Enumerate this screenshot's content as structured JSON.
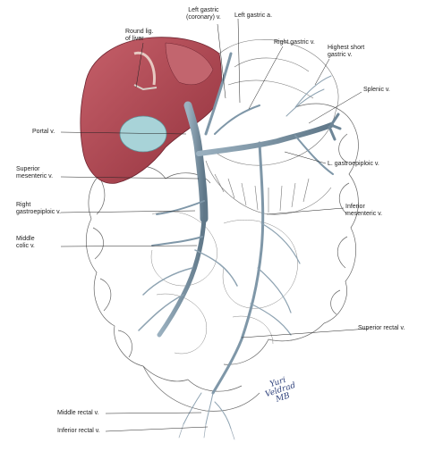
{
  "labels": {
    "left_gastric": [
      "Left gastric",
      "(coronary) v."
    ],
    "left_gastric_artery": "Left gastric a.",
    "round_lig": [
      "Round lig.",
      "of liver"
    ],
    "right_gastric": "Right gastric v.",
    "highest_short_gastric": [
      "Highest short",
      "gastric v."
    ],
    "splenic": "Splenic v.",
    "portal": "Portal v.",
    "superior_mesenteric": [
      "Superior",
      "mesenteric v."
    ],
    "l_gastroepiploic": "L. gastroepiploic v.",
    "right_gastroepiploic": [
      "Right",
      "gastroepiploic v."
    ],
    "inferior_mesenteric": [
      "Inferior",
      "mesenteric v."
    ],
    "middle_colic": [
      "Middle",
      "colic v."
    ],
    "superior_rectal": "Superior rectal v.",
    "middle_rectal": "Middle rectal v.",
    "inferior_rectal": "Inferior rectal v."
  },
  "signature": [
    "Yuri",
    "Veldrad",
    "MB"
  ],
  "colors": {
    "liver": "#b84a55",
    "liver_dark": "#8f2f3b",
    "gallbladder": "#a8d3d8",
    "vein": "#7f97a8",
    "vein_dark": "#5b7384",
    "outline": "#555555",
    "leader": "#222222"
  }
}
